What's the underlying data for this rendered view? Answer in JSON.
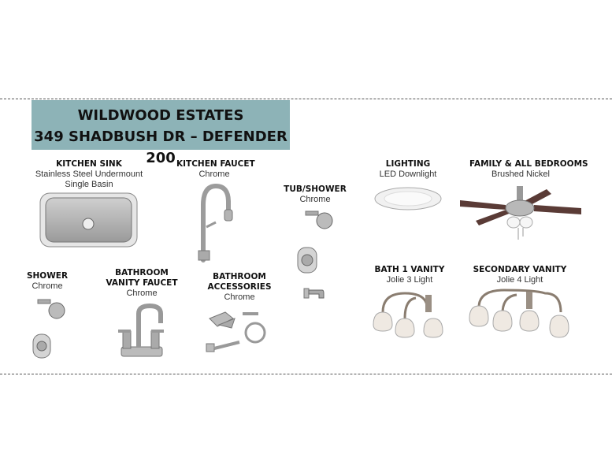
{
  "header": {
    "line1": "WILDWOOD ESTATES",
    "line2": "349 SHADBUSH DR – DEFENDER 200"
  },
  "items": {
    "kitchen_sink": {
      "title": "KITCHEN SINK",
      "sub1": "Stainless Steel Undermount",
      "sub2": "Single Basin"
    },
    "kitchen_faucet": {
      "title": "KITCHEN FAUCET",
      "sub1": "Chrome"
    },
    "tub_shower": {
      "title": "TUB/SHOWER",
      "sub1": "Chrome"
    },
    "lighting": {
      "title": "LIGHTING",
      "sub1": "LED Downlight"
    },
    "family_bedrooms": {
      "title": "FAMILY & ALL BEDROOMS",
      "sub1": "Brushed Nickel"
    },
    "shower": {
      "title": "SHOWER",
      "sub1": "Chrome"
    },
    "bathroom_vanity_faucet": {
      "title1": "BATHROOM",
      "title2": "VANITY FAUCET",
      "sub1": "Chrome"
    },
    "bathroom_accessories": {
      "title1": "BATHROOM",
      "title2": "ACCESSORIES",
      "sub1": "Chrome"
    },
    "bath1_vanity": {
      "title": "BATH 1 VANITY",
      "sub1": "Jolie 3 Light"
    },
    "secondary_vanity": {
      "title": "SECONDARY VANITY",
      "sub1": "Jolie 4 Light"
    }
  }
}
